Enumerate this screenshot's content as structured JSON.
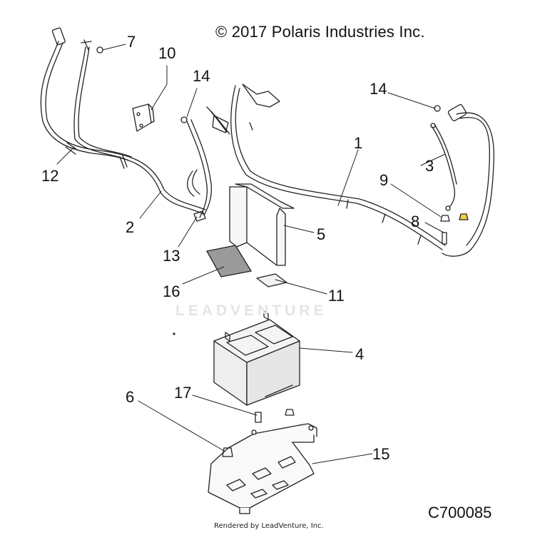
{
  "header": {
    "copyright": "© 2017 Polaris Industries Inc."
  },
  "footer": {
    "rendered_by": "Rendered by LeadVenture, Inc.",
    "diagram_id": "C700085"
  },
  "watermark": {
    "text": "LEADVENTURE"
  },
  "callouts": [
    {
      "id": "7",
      "label": "7"
    },
    {
      "id": "10",
      "label": "10"
    },
    {
      "id": "14a",
      "label": "14"
    },
    {
      "id": "14b",
      "label": "14"
    },
    {
      "id": "1",
      "label": "1"
    },
    {
      "id": "3",
      "label": "3"
    },
    {
      "id": "9",
      "label": "9"
    },
    {
      "id": "8",
      "label": "8"
    },
    {
      "id": "12",
      "label": "12"
    },
    {
      "id": "2",
      "label": "2"
    },
    {
      "id": "5",
      "label": "5"
    },
    {
      "id": "13",
      "label": "13"
    },
    {
      "id": "16",
      "label": "16"
    },
    {
      "id": "11",
      "label": "11"
    },
    {
      "id": "4",
      "label": "4"
    },
    {
      "id": "17",
      "label": "17"
    },
    {
      "id": "6",
      "label": "6"
    },
    {
      "id": "15",
      "label": "15"
    }
  ],
  "colors": {
    "line": "#222222",
    "part_fill": "#f2f2f2",
    "strap_fill": "#999999"
  }
}
